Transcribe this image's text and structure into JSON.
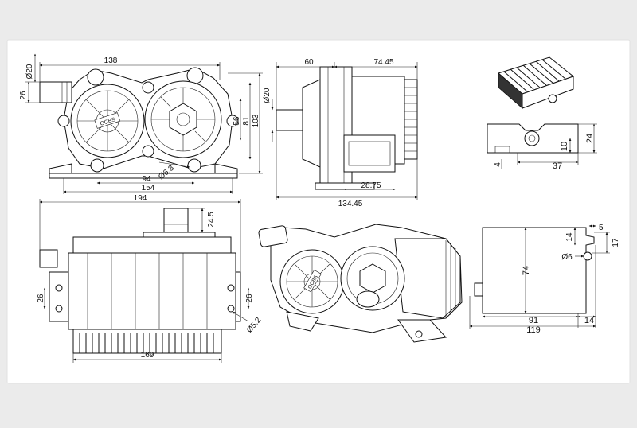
{
  "colors": {
    "page_bg": "#ebebeb",
    "panel_bg": "#ffffff",
    "line": "#111111"
  },
  "front_view": {
    "d_inlet": "Ø20",
    "w_top": "138",
    "h_inlet": "26",
    "h_56": "56",
    "h_81": "81",
    "h_103": "103",
    "w_94": "94",
    "hole": "Ø6.3",
    "w_154": "154",
    "logo": "OCBS"
  },
  "side_view": {
    "w_60": "60",
    "w_7445": "74.45",
    "d_20": "Ø20",
    "w_2875": "28.75",
    "w_13445": "134.45"
  },
  "bottom_view": {
    "w_194": "194",
    "h_245": "24.5",
    "h_26_left": "26",
    "h_26_right": "26",
    "hole": "Ø5.2",
    "w_169": "169"
  },
  "connector": {
    "h_24": "24",
    "h_10": "10",
    "h_4": "4",
    "w_37": "37"
  },
  "bracket": {
    "w_5": "5",
    "h_14a": "14",
    "h_17": "17",
    "d_6": "Ø6",
    "h_74": "74",
    "w_91": "91",
    "w_14": "14",
    "w_119": "119"
  },
  "iso_view": {
    "logo": "OCBS"
  }
}
